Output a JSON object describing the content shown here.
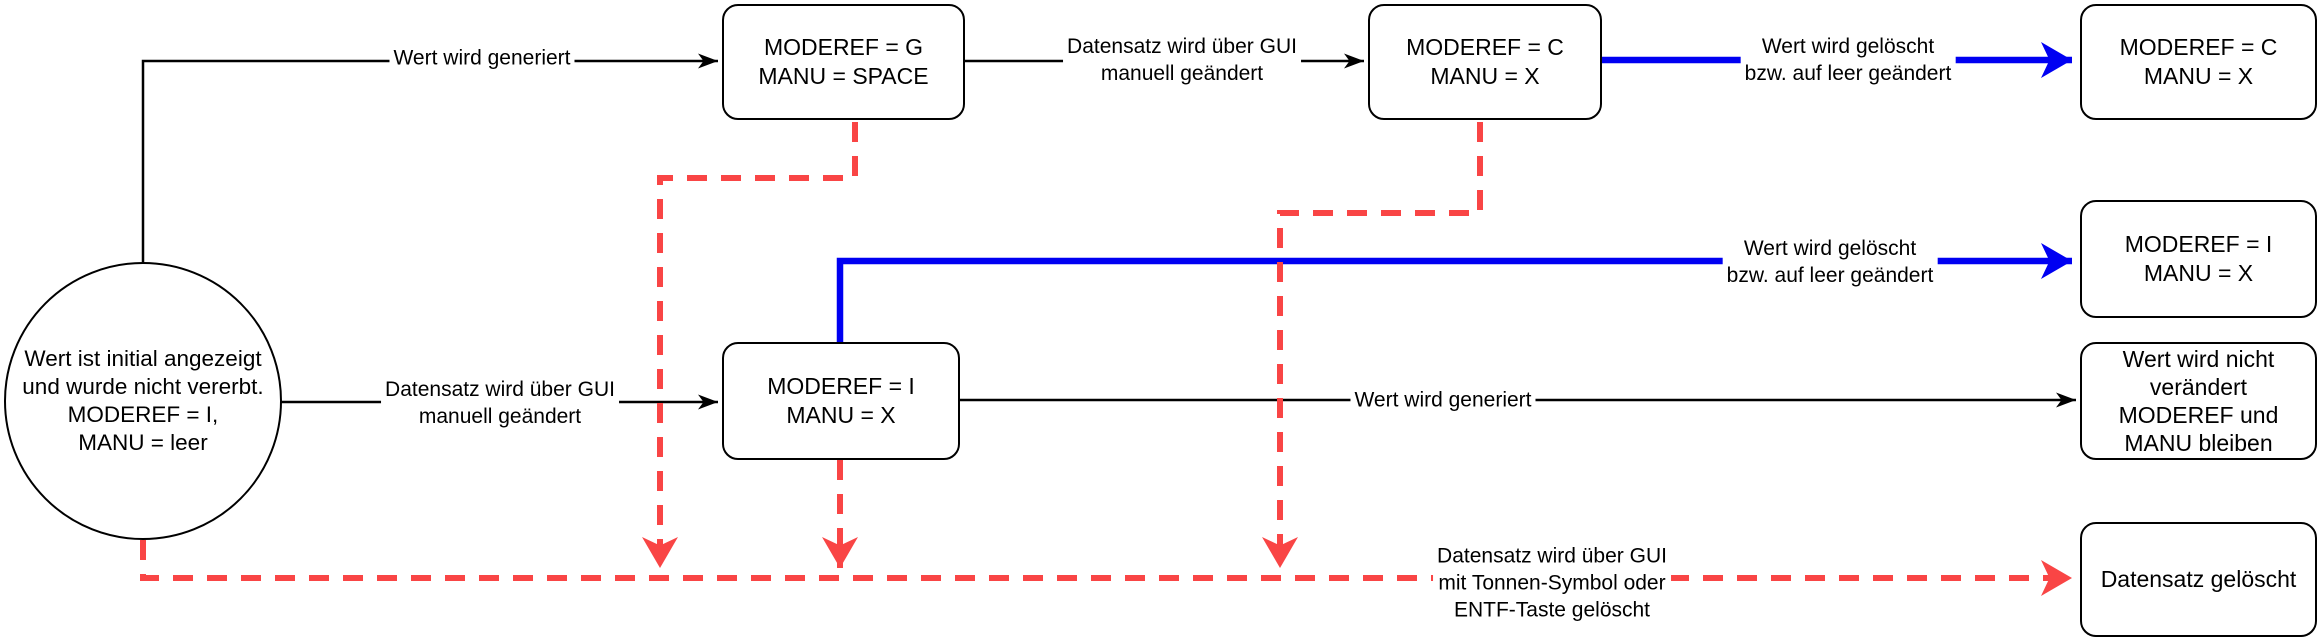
{
  "diagram": {
    "start_circle": {
      "text": "Wert ist initial angezeigt\nund wurde nicht vererbt.\nMODEREF = I,\nMANU = leer"
    },
    "nodes": {
      "moderef_g": {
        "text": "MODEREF = G\nMANU = SPACE"
      },
      "moderef_c": {
        "text": "MODEREF = C\nMANU = X"
      },
      "moderef_c_final": {
        "text": "MODEREF = C\nMANU = X"
      },
      "moderef_i_mid": {
        "text": "MODEREF = I\nMANU = X"
      },
      "moderef_i_final": {
        "text": "MODEREF = I\nMANU = X"
      },
      "unchanged": {
        "text": "Wert wird nicht\nverändert\nMODEREF und\nMANU bleiben"
      },
      "deleted": {
        "text": "Datensatz gelöscht"
      }
    },
    "edge_labels": {
      "generate_top": "Wert wird generiert",
      "gui_change_top": "Datensatz wird über GUI\nmanuell geändert",
      "delete_top": "Wert wird gelöscht\nbzw. auf leer geändert",
      "delete_mid": "Wert wird gelöscht\nbzw. auf leer geändert",
      "gui_change_left": "Datensatz wird über GUI\nmanuell geändert",
      "generate_mid": "Wert wird generiert",
      "gui_delete_bottom": "Datensatz wird über GUI\nmit Tonnen-Symbol oder\nENTF-Taste gelöscht"
    },
    "colors": {
      "line": "#000000",
      "blue": "#0000f2",
      "red": "#f94545",
      "background": "#ffffff"
    }
  }
}
